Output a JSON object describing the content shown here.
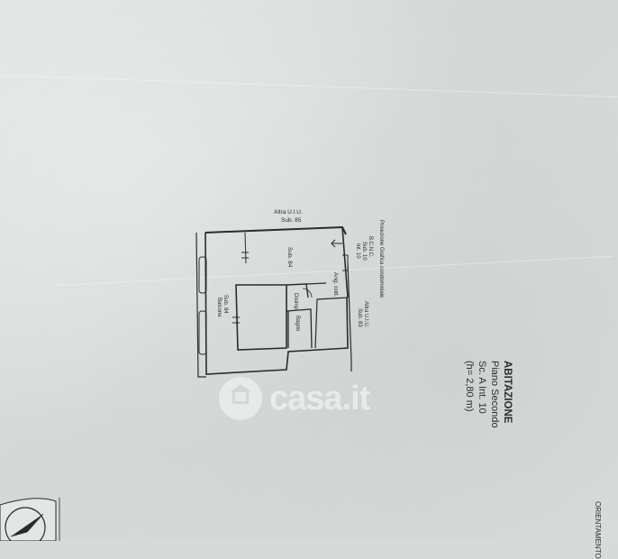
{
  "title_block": {
    "line1": "ABITAZIONE",
    "line2": "Piano Secondo",
    "line3": "Sc. A Int. 10",
    "line4": "(h= 2,80 m)"
  },
  "watermark": {
    "text": "casa.it"
  },
  "plan_labels": {
    "altra_uiu_top": "Altra U.I.U.",
    "sub_85": "Sub. 85",
    "bcnc": "B.C.N.C.",
    "sub_10": "Sub. 10",
    "int_10": "Int. 10",
    "proiezione": "Proiezione Grafica condominiale",
    "sub_84_main": "Sub. 84",
    "ang_cott": "Ang. cott.",
    "disimp": "Disimp.",
    "bagno": "Bagno",
    "altra_uiu_right": "Altra U.I.U.",
    "sub_83": "Sub. 83",
    "sub_84_balcone": "Sub. 84",
    "balcone": "Balcone"
  },
  "orientation": {
    "label": "ORIENTAMENTO"
  },
  "colors": {
    "paper": "#d6dad9",
    "ink": "#2b2b2b"
  }
}
